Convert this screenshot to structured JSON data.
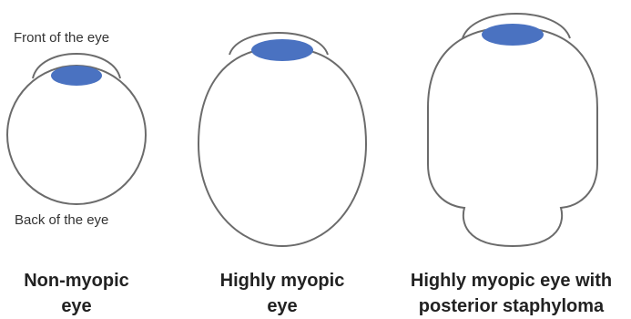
{
  "labels": {
    "front": "Front of the eye",
    "back": "Back of the eye"
  },
  "eyes": [
    {
      "caption_line1": "Non-myopic",
      "caption_line2": "eye"
    },
    {
      "caption_line1": "Highly myopic",
      "caption_line2": "eye"
    },
    {
      "caption_line1": "Highly myopic eye with",
      "caption_line2": "posterior staphyloma"
    }
  ],
  "colors": {
    "outline": "#6b6b6b",
    "lens": "#4a72c1"
  }
}
